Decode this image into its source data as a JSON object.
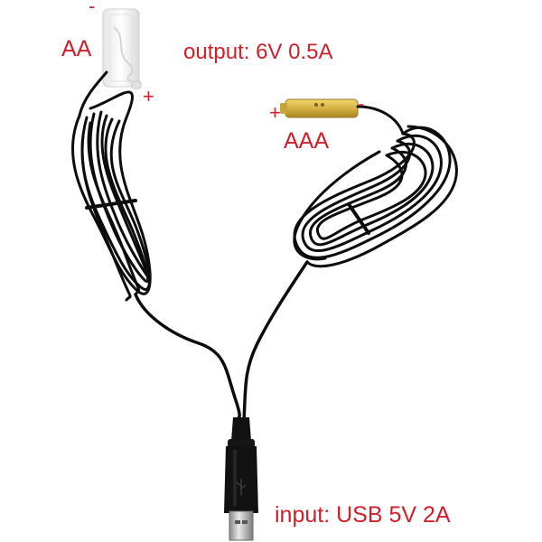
{
  "labels": {
    "aa_minus": "-",
    "aa": "AA",
    "aa_plus": "+",
    "output": "output:  6V 0.5A",
    "aaa_plus": "+",
    "aaa_minus": "-",
    "aaa": "AAA",
    "input": "input: USB 5V 2A"
  },
  "colors": {
    "label_red": "#d0202a",
    "cable_black": "#0d0d0d",
    "aa_dummy_white": "#f3f3f3",
    "aaa_dummy_yellow": "#d9b84a"
  }
}
